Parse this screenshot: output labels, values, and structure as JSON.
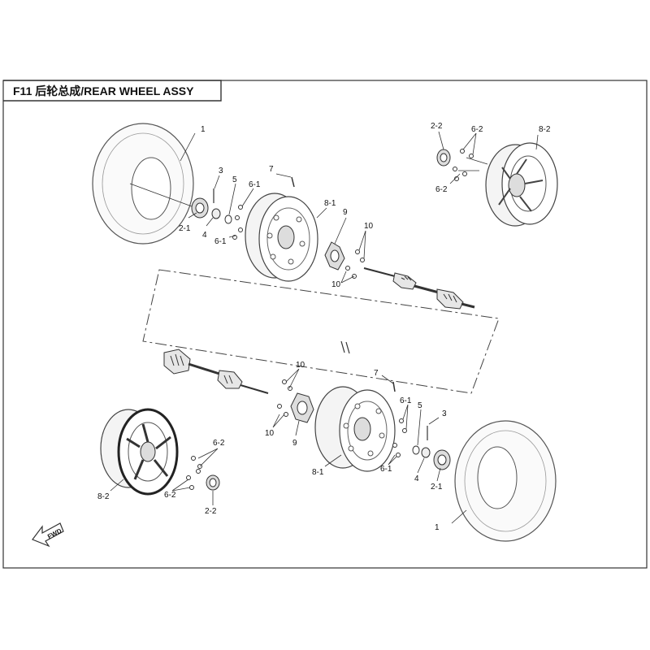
{
  "title": "F11 后轮总成/REAR WHEEL ASSY",
  "fwd_label": "FWD",
  "parts": {
    "p1": "1",
    "p2_1": "2-1",
    "p2_2": "2-2",
    "p3": "3",
    "p4": "4",
    "p5": "5",
    "p6_1": "6-1",
    "p6_2": "6-2",
    "p7": "7",
    "p8_1": "8-1",
    "p8_2": "8-2",
    "p9": "9",
    "p10": "10"
  }
}
